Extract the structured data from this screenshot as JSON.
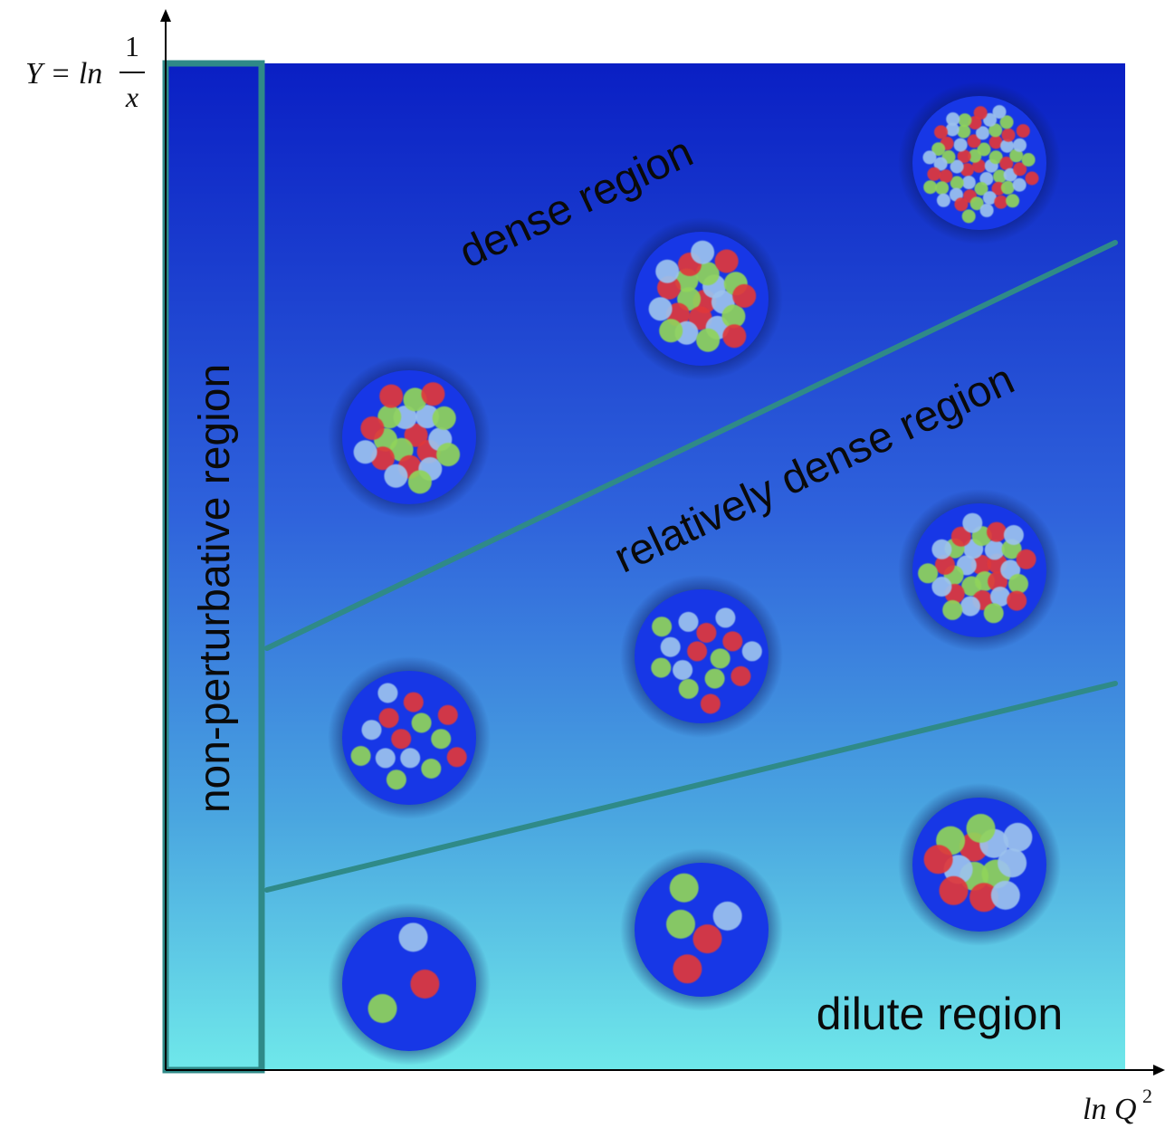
{
  "axes": {
    "y_label": {
      "prefix": "Y = ln",
      "numerator": "1",
      "denominator": "x"
    },
    "x_label": {
      "base": "ln Q",
      "superscript": "2"
    }
  },
  "regions": {
    "dense": "dense region",
    "relatively_dense": "relatively dense region",
    "dilute": "dilute region",
    "non_perturbative": "non-perturbative region"
  },
  "colors": {
    "gradient_top": "#0a1fc4",
    "gradient_bottom": "#6fe8ea",
    "divider": "#2f8a88",
    "nonpert_border": "#2f8a88",
    "blob_fill": "#1737e6",
    "parton_red": "#e0383a",
    "parton_green": "#8fd45a",
    "parton_lightblue": "#9cc2ee"
  },
  "blobs": [
    {
      "density": "sparse",
      "partons": [
        "red",
        "green",
        "lightblue"
      ]
    },
    {
      "density": "sparse",
      "partons": [
        "red",
        "green",
        "lightblue",
        "red",
        "green"
      ]
    },
    {
      "density": "sparse",
      "partons": [
        "green",
        "red",
        "green",
        "lightblue",
        "lightblue",
        "red",
        "green",
        "lightblue",
        "red",
        "green",
        "lightblue",
        "red",
        "lightblue"
      ]
    },
    {
      "density": "medium",
      "partons": [
        "red",
        "green",
        "lightblue",
        "red",
        "green",
        "lightblue",
        "red",
        "green",
        "lightblue",
        "red",
        "green",
        "lightblue",
        "red",
        "green"
      ]
    },
    {
      "density": "medium",
      "partons": [
        "red",
        "green",
        "lightblue",
        "red",
        "green",
        "lightblue",
        "red",
        "green",
        "lightblue",
        "red",
        "green",
        "lightblue",
        "red",
        "green",
        "lightblue"
      ]
    },
    {
      "density": "medium",
      "partons": [
        "red",
        "green",
        "lightblue",
        "red",
        "green",
        "lightblue",
        "red",
        "green",
        "lightblue",
        "red",
        "green",
        "lightblue",
        "red",
        "green",
        "lightblue",
        "red",
        "green",
        "lightblue",
        "red",
        "green",
        "lightblue",
        "red",
        "green",
        "lightblue",
        "red",
        "green",
        "lightblue",
        "red",
        "green",
        "lightblue"
      ]
    },
    {
      "density": "dense",
      "partons": [
        "red",
        "green",
        "lightblue",
        "red",
        "green",
        "lightblue",
        "red",
        "green",
        "lightblue",
        "red",
        "green",
        "lightblue",
        "red",
        "green",
        "lightblue",
        "red",
        "green",
        "lightblue",
        "red",
        "green"
      ]
    },
    {
      "density": "dense",
      "partons": [
        "red",
        "green",
        "lightblue",
        "red",
        "green",
        "lightblue",
        "red",
        "green",
        "lightblue",
        "red",
        "green",
        "lightblue",
        "red",
        "green",
        "lightblue",
        "red",
        "green",
        "lightblue",
        "red",
        "green",
        "lightblue",
        "red"
      ]
    },
    {
      "density": "very-dense",
      "partons": [
        "red",
        "green",
        "lightblue",
        "red",
        "green",
        "lightblue",
        "red",
        "green",
        "lightblue",
        "red",
        "green",
        "lightblue",
        "red",
        "green",
        "lightblue",
        "red",
        "green",
        "lightblue",
        "red",
        "green",
        "lightblue",
        "red",
        "green",
        "lightblue",
        "red",
        "green",
        "lightblue",
        "red",
        "green",
        "lightblue",
        "red",
        "green",
        "lightblue",
        "red",
        "green",
        "lightblue",
        "red",
        "green",
        "lightblue",
        "red",
        "green",
        "lightblue",
        "red",
        "green",
        "lightblue",
        "red",
        "green",
        "lightblue",
        "red",
        "green",
        "lightblue",
        "red",
        "green",
        "lightblue",
        "red",
        "green",
        "lightblue",
        "red",
        "green",
        "lightblue"
      ]
    }
  ]
}
